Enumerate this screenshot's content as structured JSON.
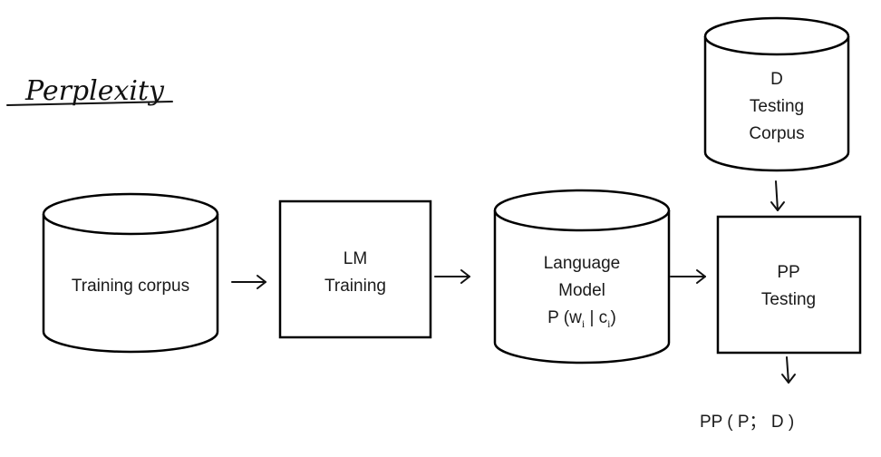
{
  "title": "Perplexity",
  "nodes": {
    "training_corpus": {
      "label": "Training corpus"
    },
    "lm_training": {
      "line1": "LM",
      "line2": "Training"
    },
    "language_model": {
      "line1": "Language",
      "line2": "Model",
      "formula": {
        "prefix": "P (w",
        "sub1": "i",
        "mid": " | c",
        "sub2": "i",
        "suffix": ")"
      }
    },
    "testing_corpus": {
      "line1": "D",
      "line2": "Testing",
      "line3": "Corpus"
    },
    "pp_testing": {
      "line1": "PP",
      "line2": "Testing"
    }
  },
  "output": {
    "label": "PP ( P； D )"
  }
}
